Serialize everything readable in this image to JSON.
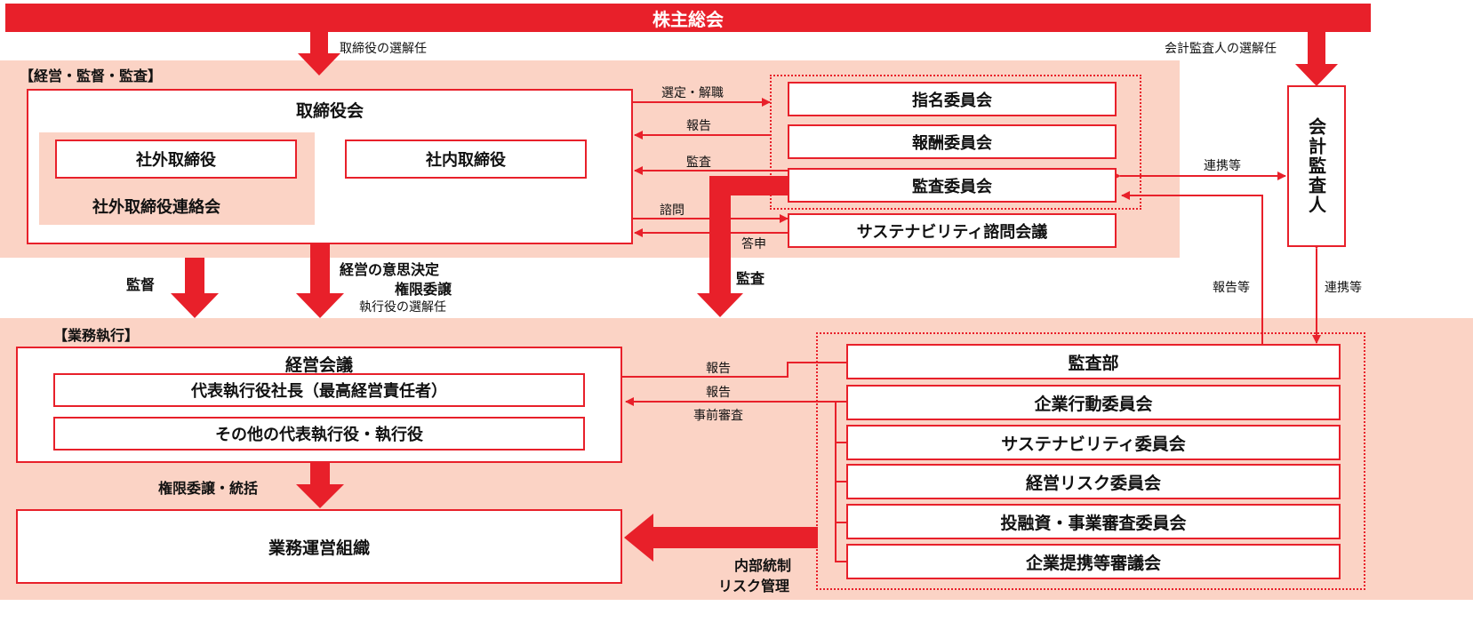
{
  "header": {
    "title": "株主総会"
  },
  "sections": {
    "governance": "【経営・監督・監査】",
    "execution": "【業務執行】"
  },
  "board": {
    "title": "取締役会",
    "outside_director": "社外取締役",
    "outside_liaison": "社外取締役連絡会",
    "inside_director": "社内取締役"
  },
  "committees": [
    {
      "label": "指名委員会"
    },
    {
      "label": "報酬委員会"
    },
    {
      "label": "監査委員会"
    },
    {
      "label": "サステナビリティ諮問会議"
    }
  ],
  "auditor": {
    "title": "会計監査人"
  },
  "management": {
    "title": "経営会議",
    "ceo": "代表執行役社長（最高経営責任者）",
    "others": "その他の代表執行役・執行役"
  },
  "operations": {
    "title": "業務運営組織"
  },
  "internal_committees": [
    {
      "label": "監査部"
    },
    {
      "label": "企業行動委員会"
    },
    {
      "label": "サステナビリティ委員会"
    },
    {
      "label": "経営リスク委員会"
    },
    {
      "label": "投融資・事業審査委員会"
    },
    {
      "label": "企業提携等審議会"
    }
  ],
  "arrow_labels": {
    "director_election": "取締役の選解任",
    "auditor_election": "会計監査人の選解任",
    "appoint_dismiss": "選定・解職",
    "report": "報告",
    "audit": "監査",
    "consult": "諮問",
    "answer": "答申",
    "cooperation": "連携等",
    "supervision": "監督",
    "decision_line1": "経営の意思決定",
    "decision_line2": "権限委譲",
    "officer_election": "執行役の選解任",
    "audit_big": "監査",
    "report_etc": "報告等",
    "cooperation2": "連携等",
    "report_audit": "報告",
    "report_committees": "報告",
    "pre_review": "事前審査",
    "delegation": "権限委譲・統括",
    "internal_control_line1": "内部統制",
    "internal_control_line2": "リスク管理"
  },
  "colors": {
    "accent": "#e8202a",
    "zone_fill": "#fbd3c5"
  }
}
